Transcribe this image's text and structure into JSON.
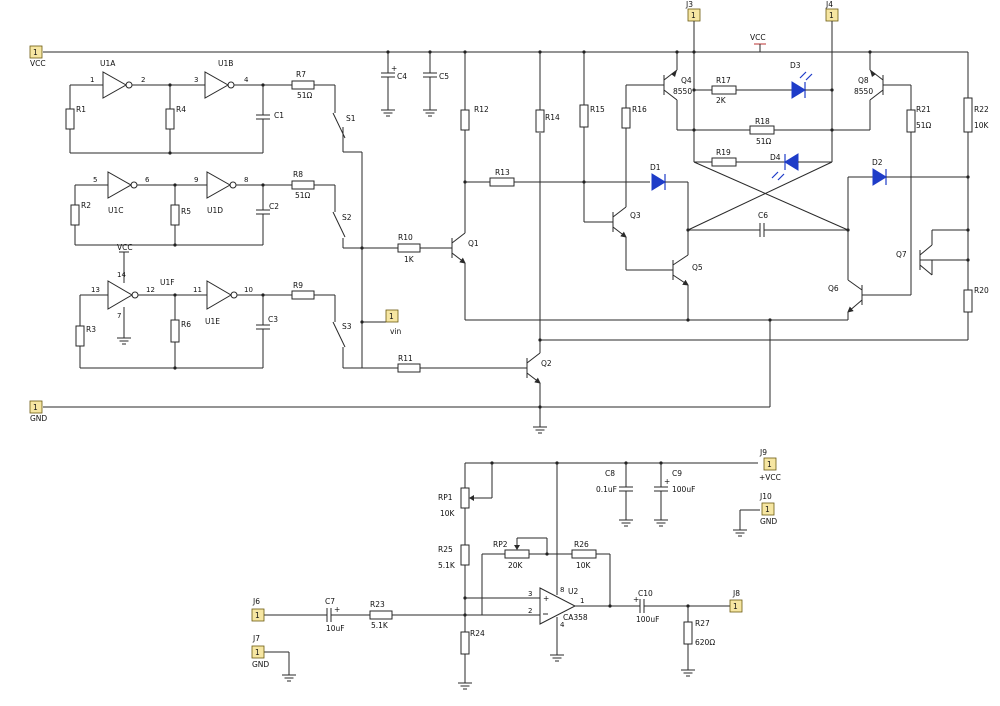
{
  "ports": {
    "vcc_in": {
      "num": "1",
      "label": "VCC"
    },
    "gnd_in": {
      "num": "1",
      "label": "GND"
    },
    "j3": {
      "ref": "J3",
      "num": "1"
    },
    "j4": {
      "ref": "J4",
      "num": "1"
    },
    "vin": {
      "num": "1",
      "label": "vin"
    },
    "j9": {
      "ref": "J9",
      "num": "1",
      "label": "+VCC"
    },
    "j10": {
      "ref": "J10",
      "num": "1",
      "label": "GND"
    },
    "j6": {
      "ref": "J6",
      "num": "1"
    },
    "j7": {
      "ref": "J7",
      "num": "1",
      "label": "GND"
    },
    "j8": {
      "ref": "J8",
      "num": "1"
    }
  },
  "power": {
    "vcc_top": "VCC",
    "vcc_u1f": "VCC"
  },
  "gates": {
    "u1a": {
      "ref": "U1A",
      "pin_in": "1",
      "pin_out": "2"
    },
    "u1b": {
      "ref": "U1B",
      "pin_in": "3",
      "pin_out": "4"
    },
    "u1c": {
      "ref": "U1C",
      "pin_in": "5",
      "pin_out": "6"
    },
    "u1d": {
      "ref": "U1D",
      "pin_in": "9",
      "pin_out": "8"
    },
    "u1f": {
      "ref": "U1F",
      "pin_in": "13",
      "pin_out": "12",
      "pin_vcc": "14",
      "pin_gnd": "7"
    },
    "u1e": {
      "ref": "U1E",
      "pin_in": "11",
      "pin_out": "10"
    }
  },
  "resistors": {
    "r1": "R1",
    "r2": "R2",
    "r3": "R3",
    "r4": "R4",
    "r5": "R5",
    "r6": "R6",
    "r7": "R7",
    "r7v": "51Ω",
    "r8": "R8",
    "r8v": "51Ω",
    "r9": "R9",
    "r10": "R10",
    "r10v": "1K",
    "r11": "R11",
    "r12": "R12",
    "r13": "R13",
    "r14": "R14",
    "r15": "R15",
    "r16": "R16",
    "r17": "R17",
    "r17v": "2K",
    "r18": "R18",
    "r18v": "51Ω",
    "r19": "R19",
    "r20": "R20",
    "r21": "R21",
    "r21v": "51Ω",
    "r22": "R22",
    "r22v": "10K",
    "rp1": "RP1",
    "rp1v": "10K",
    "r25": "R25",
    "r25v": "5.1K",
    "rp2": "RP2",
    "rp2v": "20K",
    "r26": "R26",
    "r26v": "10K",
    "r23": "R23",
    "r23v": "5.1K",
    "r24": "R24",
    "r27": "R27",
    "r27v": "620Ω"
  },
  "capacitors": {
    "c1": "C1",
    "c2": "C2",
    "c3": "C3",
    "c4": "C4",
    "c5": "C5",
    "c6": "C6",
    "c7": "C7",
    "c7v": "10uF",
    "c8": "C8",
    "c8v": "0.1uF",
    "c9": "C9",
    "c9v": "100uF",
    "c10": "C10",
    "c10v": "100uF"
  },
  "switches": {
    "s1": "S1",
    "s2": "S2",
    "s3": "S3"
  },
  "transistors": {
    "q1": "Q1",
    "q2": "Q2",
    "q3": "Q3",
    "q4": "Q4",
    "q4v": "8550",
    "q5": "Q5",
    "q6": "Q6",
    "q7": "Q7",
    "q8": "Q8",
    "q8v": "8550"
  },
  "diodes": {
    "d1": "D1",
    "d2": "D2",
    "d3": "D3",
    "d4": "D4"
  },
  "opamp": {
    "ref": "U2",
    "part": "CA358",
    "pin_plus": "3",
    "pin_minus": "2",
    "pin_out": "1",
    "pin_v": "8",
    "pin_g": "4"
  },
  "polarity": {
    "plus": "+"
  }
}
